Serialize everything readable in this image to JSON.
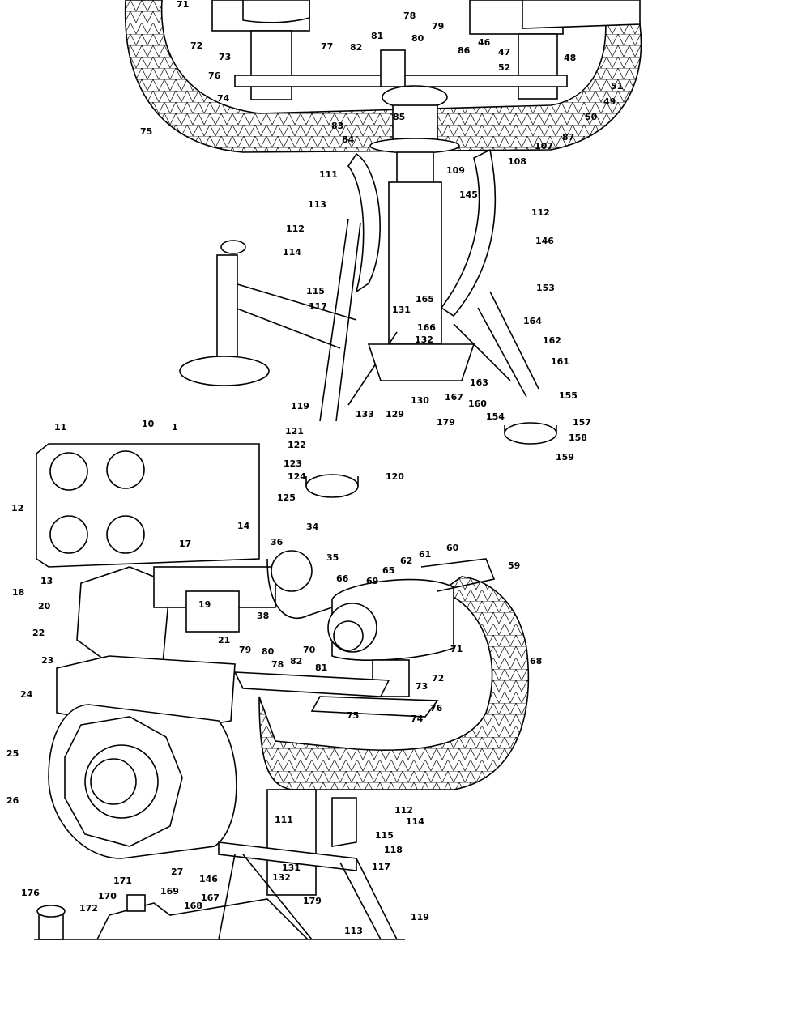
{
  "figure": {
    "top_labels": [
      "71",
      "72",
      "73",
      "76",
      "74",
      "75",
      "77",
      "82",
      "81",
      "78",
      "80",
      "79",
      "86",
      "46",
      "47",
      "48",
      "52",
      "51",
      "49",
      "50",
      "85",
      "83",
      "84",
      "87",
      "107",
      "108",
      "109",
      "111",
      "113",
      "145",
      "112",
      "112",
      "146",
      "114",
      "115",
      "153",
      "117",
      "165",
      "131",
      "164",
      "166",
      "132",
      "162",
      "161",
      "163",
      "167",
      "119",
      "130",
      "160",
      "155",
      "129",
      "133",
      "154",
      "179",
      "157",
      "158",
      "121",
      "122",
      "159",
      "123",
      "124",
      "120",
      "125"
    ],
    "bottom_labels": [
      "11",
      "10",
      "1",
      "12",
      "14",
      "34",
      "36",
      "17",
      "35",
      "60",
      "61",
      "59",
      "62",
      "13",
      "66",
      "69",
      "65",
      "18",
      "20",
      "19",
      "38",
      "22",
      "21",
      "70",
      "71",
      "68",
      "23",
      "79",
      "80",
      "82",
      "78",
      "81",
      "72",
      "24",
      "73",
      "76",
      "75",
      "74",
      "25",
      "26",
      "111",
      "112",
      "114",
      "115",
      "118",
      "117",
      "27",
      "131",
      "132",
      "146",
      "171",
      "176",
      "170",
      "169",
      "167",
      "179",
      "172",
      "168",
      "119",
      "113"
    ]
  }
}
